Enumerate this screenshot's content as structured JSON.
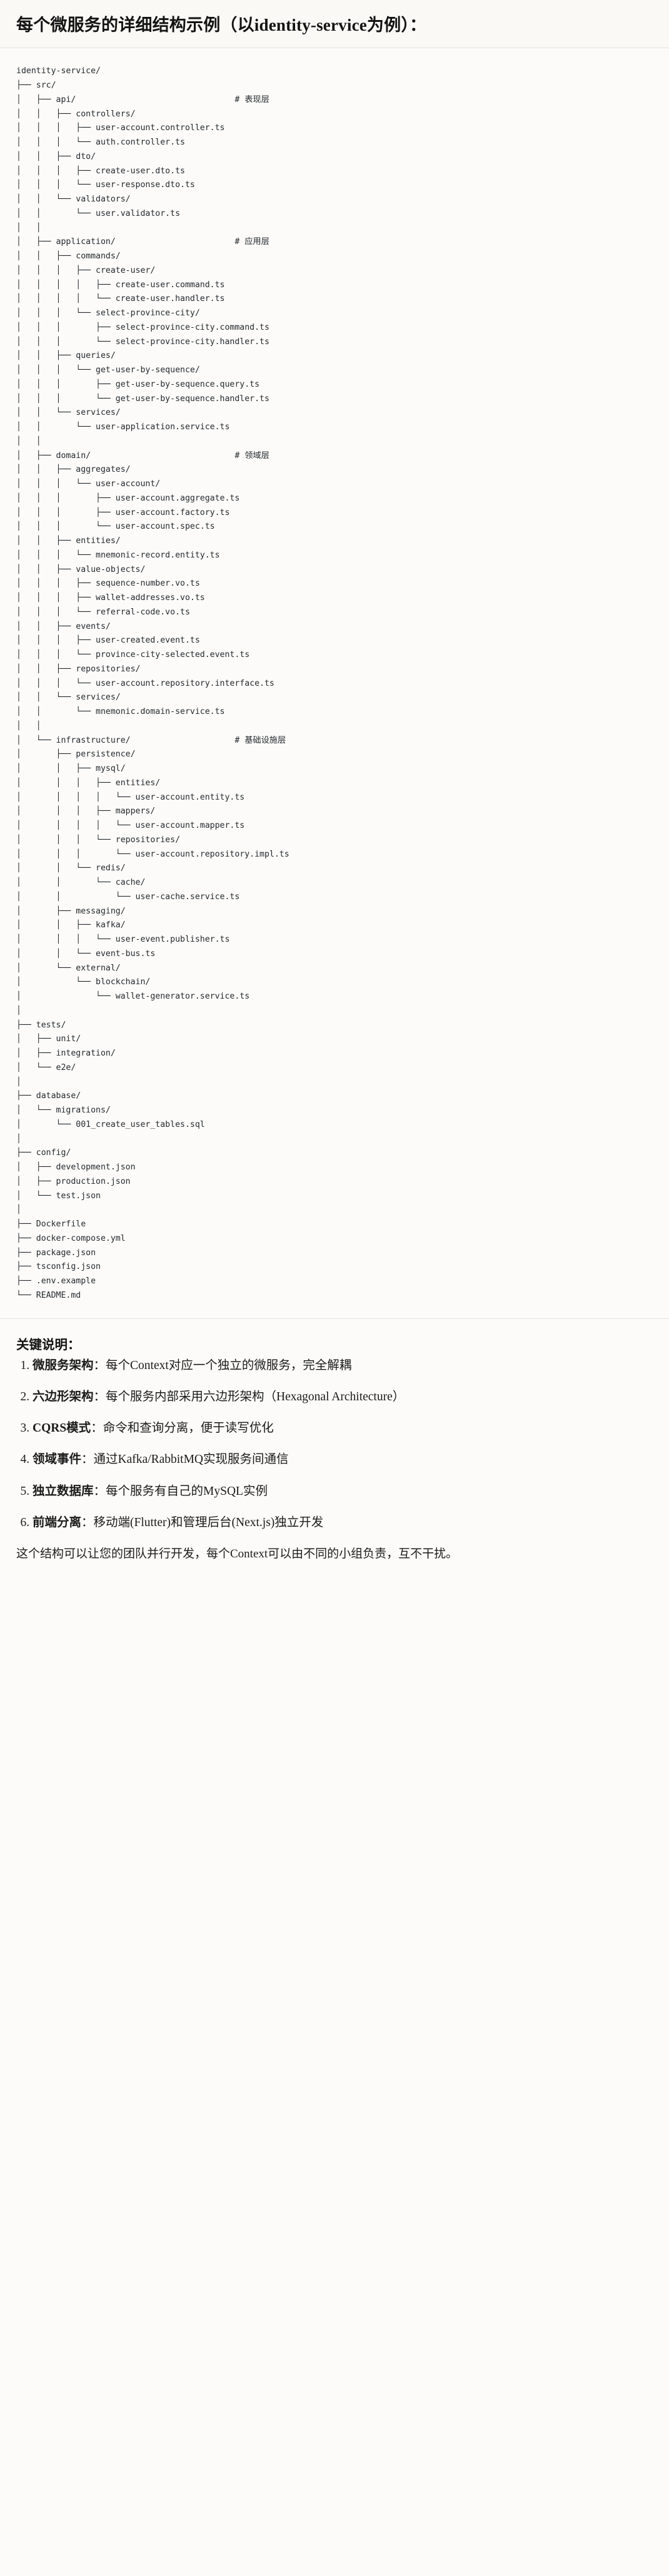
{
  "header": {
    "title": "每个微服务的详细结构示例（以identity-service为例）："
  },
  "tree": {
    "root": "identity-service/",
    "comment_column": 44,
    "lines": [
      {
        "text": "identity-service/",
        "comment": ""
      },
      {
        "text": "├── src/",
        "comment": ""
      },
      {
        "text": "│   ├── api/",
        "comment": "# 表现层"
      },
      {
        "text": "│   │   ├── controllers/",
        "comment": ""
      },
      {
        "text": "│   │   │   ├── user-account.controller.ts",
        "comment": ""
      },
      {
        "text": "│   │   │   └── auth.controller.ts",
        "comment": ""
      },
      {
        "text": "│   │   ├── dto/",
        "comment": ""
      },
      {
        "text": "│   │   │   ├── create-user.dto.ts",
        "comment": ""
      },
      {
        "text": "│   │   │   └── user-response.dto.ts",
        "comment": ""
      },
      {
        "text": "│   │   └── validators/",
        "comment": ""
      },
      {
        "text": "│   │       └── user.validator.ts",
        "comment": ""
      },
      {
        "text": "│   │",
        "comment": ""
      },
      {
        "text": "│   ├── application/",
        "comment": "# 应用层"
      },
      {
        "text": "│   │   ├── commands/",
        "comment": ""
      },
      {
        "text": "│   │   │   ├── create-user/",
        "comment": ""
      },
      {
        "text": "│   │   │   │   ├── create-user.command.ts",
        "comment": ""
      },
      {
        "text": "│   │   │   │   └── create-user.handler.ts",
        "comment": ""
      },
      {
        "text": "│   │   │   └── select-province-city/",
        "comment": ""
      },
      {
        "text": "│   │   │       ├── select-province-city.command.ts",
        "comment": ""
      },
      {
        "text": "│   │   │       └── select-province-city.handler.ts",
        "comment": ""
      },
      {
        "text": "│   │   ├── queries/",
        "comment": ""
      },
      {
        "text": "│   │   │   └── get-user-by-sequence/",
        "comment": ""
      },
      {
        "text": "│   │   │       ├── get-user-by-sequence.query.ts",
        "comment": ""
      },
      {
        "text": "│   │   │       └── get-user-by-sequence.handler.ts",
        "comment": ""
      },
      {
        "text": "│   │   └── services/",
        "comment": ""
      },
      {
        "text": "│   │       └── user-application.service.ts",
        "comment": ""
      },
      {
        "text": "│   │",
        "comment": ""
      },
      {
        "text": "│   ├── domain/",
        "comment": "# 领域层"
      },
      {
        "text": "│   │   ├── aggregates/",
        "comment": ""
      },
      {
        "text": "│   │   │   └── user-account/",
        "comment": ""
      },
      {
        "text": "│   │   │       ├── user-account.aggregate.ts",
        "comment": ""
      },
      {
        "text": "│   │   │       ├── user-account.factory.ts",
        "comment": ""
      },
      {
        "text": "│   │   │       └── user-account.spec.ts",
        "comment": ""
      },
      {
        "text": "│   │   ├── entities/",
        "comment": ""
      },
      {
        "text": "│   │   │   └── mnemonic-record.entity.ts",
        "comment": ""
      },
      {
        "text": "│   │   ├── value-objects/",
        "comment": ""
      },
      {
        "text": "│   │   │   ├── sequence-number.vo.ts",
        "comment": ""
      },
      {
        "text": "│   │   │   ├── wallet-addresses.vo.ts",
        "comment": ""
      },
      {
        "text": "│   │   │   └── referral-code.vo.ts",
        "comment": ""
      },
      {
        "text": "│   │   ├── events/",
        "comment": ""
      },
      {
        "text": "│   │   │   ├── user-created.event.ts",
        "comment": ""
      },
      {
        "text": "│   │   │   └── province-city-selected.event.ts",
        "comment": ""
      },
      {
        "text": "│   │   ├── repositories/",
        "comment": ""
      },
      {
        "text": "│   │   │   └── user-account.repository.interface.ts",
        "comment": ""
      },
      {
        "text": "│   │   └── services/",
        "comment": ""
      },
      {
        "text": "│   │       └── mnemonic.domain-service.ts",
        "comment": ""
      },
      {
        "text": "│   │",
        "comment": ""
      },
      {
        "text": "│   └── infrastructure/",
        "comment": "# 基础设施层"
      },
      {
        "text": "│       ├── persistence/",
        "comment": ""
      },
      {
        "text": "│       │   ├── mysql/",
        "comment": ""
      },
      {
        "text": "│       │   │   ├── entities/",
        "comment": ""
      },
      {
        "text": "│       │   │   │   └── user-account.entity.ts",
        "comment": ""
      },
      {
        "text": "│       │   │   ├── mappers/",
        "comment": ""
      },
      {
        "text": "│       │   │   │   └── user-account.mapper.ts",
        "comment": ""
      },
      {
        "text": "│       │   │   └── repositories/",
        "comment": ""
      },
      {
        "text": "│       │   │       └── user-account.repository.impl.ts",
        "comment": ""
      },
      {
        "text": "│       │   └── redis/",
        "comment": ""
      },
      {
        "text": "│       │       └── cache/",
        "comment": ""
      },
      {
        "text": "│       │           └── user-cache.service.ts",
        "comment": ""
      },
      {
        "text": "│       ├── messaging/",
        "comment": ""
      },
      {
        "text": "│       │   ├── kafka/",
        "comment": ""
      },
      {
        "text": "│       │   │   └── user-event.publisher.ts",
        "comment": ""
      },
      {
        "text": "│       │   └── event-bus.ts",
        "comment": ""
      },
      {
        "text": "│       └── external/",
        "comment": ""
      },
      {
        "text": "│           └── blockchain/",
        "comment": ""
      },
      {
        "text": "│               └── wallet-generator.service.ts",
        "comment": ""
      },
      {
        "text": "│",
        "comment": ""
      },
      {
        "text": "├── tests/",
        "comment": ""
      },
      {
        "text": "│   ├── unit/",
        "comment": ""
      },
      {
        "text": "│   ├── integration/",
        "comment": ""
      },
      {
        "text": "│   └── e2e/",
        "comment": ""
      },
      {
        "text": "│",
        "comment": ""
      },
      {
        "text": "├── database/",
        "comment": ""
      },
      {
        "text": "│   └── migrations/",
        "comment": ""
      },
      {
        "text": "│       └── 001_create_user_tables.sql",
        "comment": ""
      },
      {
        "text": "│",
        "comment": ""
      },
      {
        "text": "├── config/",
        "comment": ""
      },
      {
        "text": "│   ├── development.json",
        "comment": ""
      },
      {
        "text": "│   ├── production.json",
        "comment": ""
      },
      {
        "text": "│   └── test.json",
        "comment": ""
      },
      {
        "text": "│",
        "comment": ""
      },
      {
        "text": "├── Dockerfile",
        "comment": ""
      },
      {
        "text": "├── docker-compose.yml",
        "comment": ""
      },
      {
        "text": "├── package.json",
        "comment": ""
      },
      {
        "text": "├── tsconfig.json",
        "comment": ""
      },
      {
        "text": "├── .env.example",
        "comment": ""
      },
      {
        "text": "└── README.md",
        "comment": ""
      }
    ]
  },
  "notes": {
    "heading": "关键说明：",
    "items": [
      {
        "lead": "微服务架构",
        "sep": "：",
        "body": "每个Context对应一个独立的微服务，完全解耦"
      },
      {
        "lead": "六边形架构",
        "sep": "：",
        "body": "每个服务内部采用六边形架构（Hexagonal Architecture）"
      },
      {
        "lead": "CQRS模式",
        "sep": "：",
        "body": "命令和查询分离，便于读写优化"
      },
      {
        "lead": "领域事件",
        "sep": "：",
        "body": "通过Kafka/RabbitMQ实现服务间通信"
      },
      {
        "lead": "独立数据库",
        "sep": "：",
        "body": "每个服务有自己的MySQL实例"
      },
      {
        "lead": "前端分离",
        "sep": "：",
        "body": "移动端(Flutter)和管理后台(Next.js)独立开发"
      }
    ],
    "closing": "这个结构可以让您的团队并行开发，每个Context可以由不同的小组负责，互不干扰。"
  }
}
